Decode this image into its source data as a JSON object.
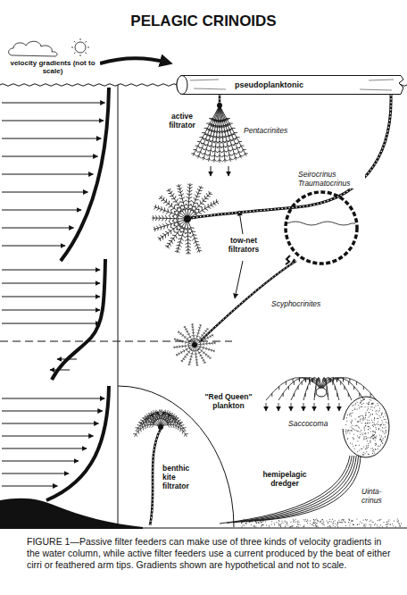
{
  "diagram": {
    "title": "PELAGIC CRINOIDS",
    "caption": "FIGURE 1—Passive filter feeders can make use of three kinds of velocity gradients in the water column, while active filter feeders use a current produced by the beat of either cirri or feathered arm tips. Gradients shown are hypothetical and not to scale.",
    "nodes": [
      {
        "text": [
          "pseudoplanktonic"
        ]
      }
    ],
    "labels": [
      "velocity gradients (not to scale)",
      "active filtrator",
      "Pentacrinites",
      "Seirocrinus Traumatocrinus",
      "tow-net filtrators",
      "Scyphocrinites",
      "\"Red Queen\" plankton",
      "Saccocoma",
      "benthic kite filtrator",
      "hemipelagic dredger",
      "Uinta- crinus"
    ]
  }
}
